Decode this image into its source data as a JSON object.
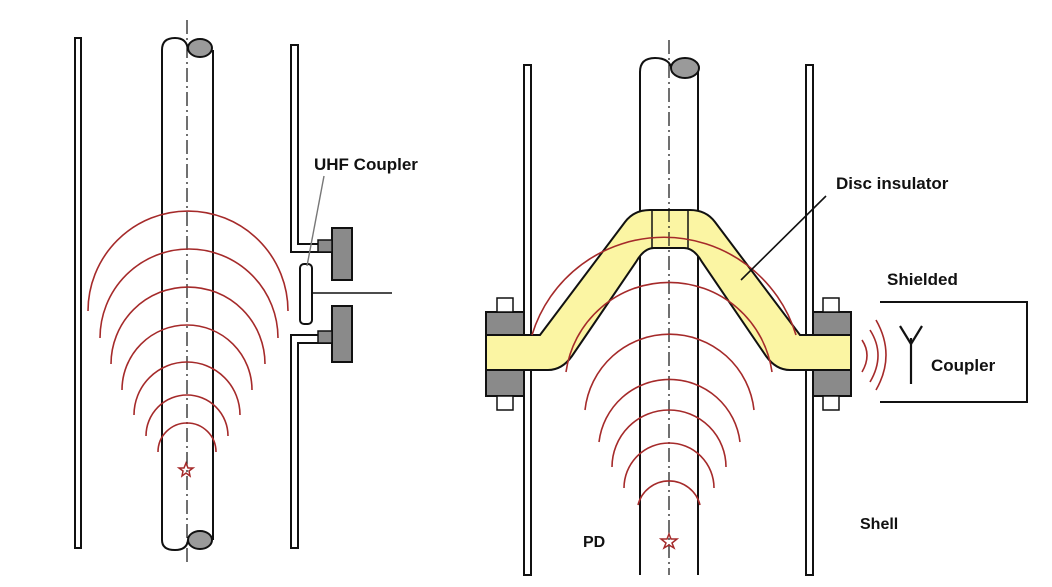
{
  "labels": {
    "uhf_coupler": "UHF Coupler",
    "disc_insulator": "Disc insulator",
    "shielded": "Shielded",
    "coupler": "Coupler",
    "shell": "Shell",
    "pd": "PD"
  },
  "colors": {
    "wave": "#a52a2a",
    "insulator": "#fbf5a3",
    "flange": "#8a8a8a",
    "line": "#111111",
    "conductor_end": "#9a9a9a"
  }
}
